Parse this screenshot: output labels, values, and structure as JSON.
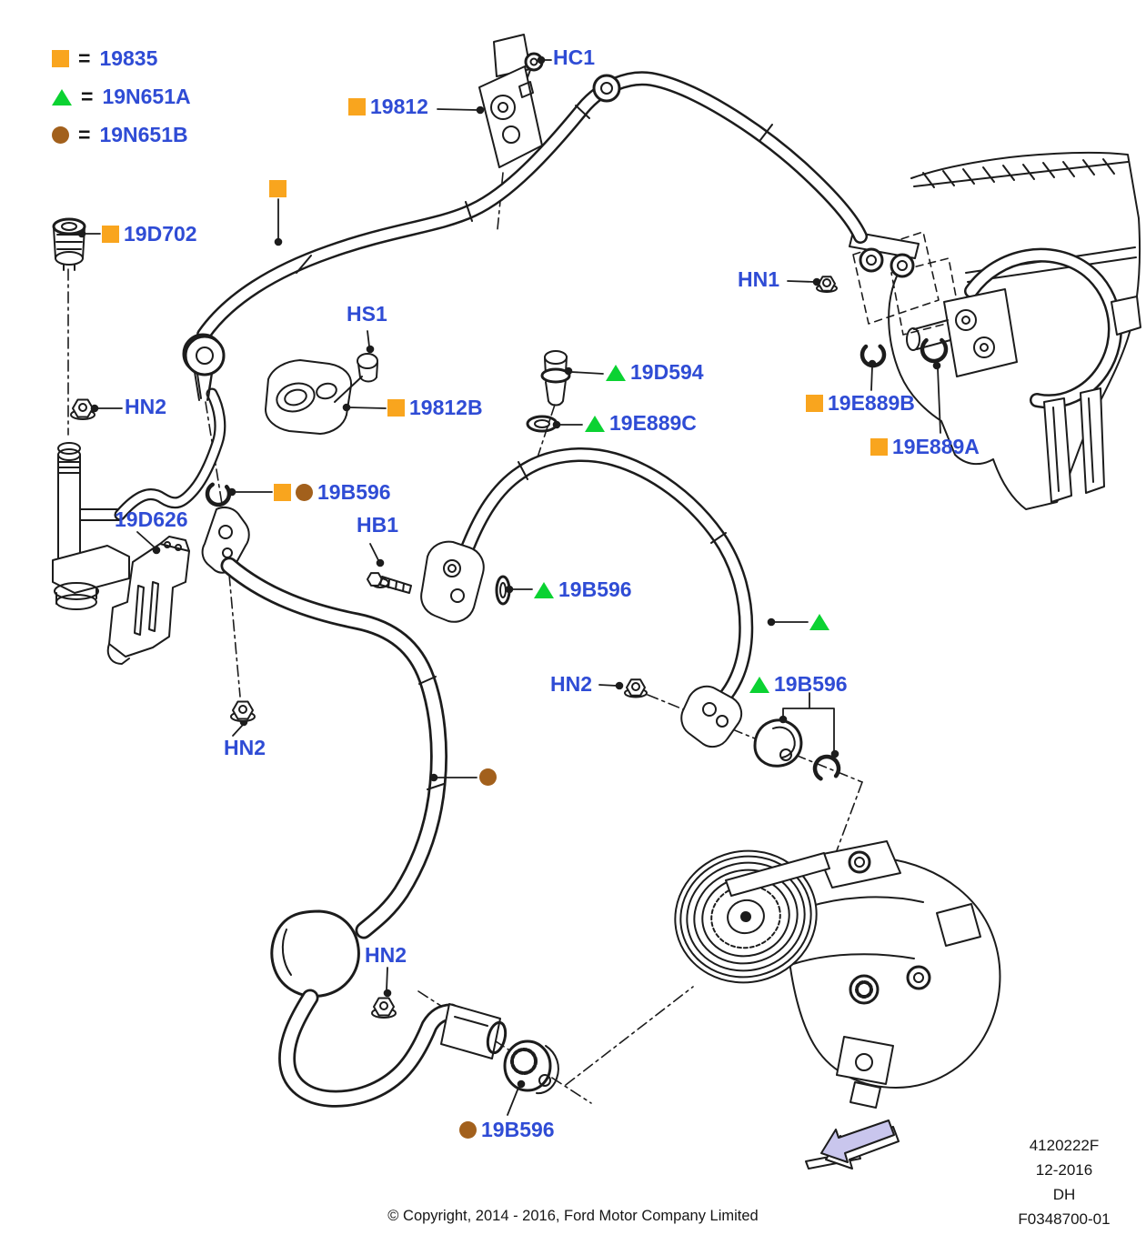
{
  "title": "Ford A/C hoses and pipes parts diagram",
  "colors": {
    "label_blue": "#2f4cd5",
    "marker_orange": "#f9a51e",
    "marker_green": "#0bd232",
    "marker_brown": "#a2601c",
    "line_ink": "#1c1c1c",
    "arrow_fill": "#c9c6ed"
  },
  "legend": {
    "equals": "=",
    "items": [
      {
        "marker": "square",
        "code": "19835"
      },
      {
        "marker": "triangle",
        "code": "19N651A"
      },
      {
        "marker": "circle",
        "code": "19N651B"
      }
    ]
  },
  "callouts": {
    "hc1": {
      "text": "HC1"
    },
    "p19812": {
      "text": "19812",
      "markers": [
        "square"
      ]
    },
    "p19d702": {
      "text": "19D702",
      "markers": [
        "square"
      ]
    },
    "hn1": {
      "text": "HN1"
    },
    "hn2": {
      "text": "HN2"
    },
    "hs1": {
      "text": "HS1"
    },
    "p19812b": {
      "text": "19812B",
      "markers": [
        "square"
      ]
    },
    "p19d594": {
      "text": "19D594",
      "markers": [
        "triangle"
      ]
    },
    "p19e889c": {
      "text": "19E889C",
      "markers": [
        "triangle"
      ]
    },
    "p19e889b": {
      "text": "19E889B",
      "markers": [
        "square"
      ]
    },
    "p19e889a": {
      "text": "19E889A",
      "markers": [
        "square"
      ]
    },
    "p19b596_sq_ci": {
      "text": "19B596",
      "markers": [
        "square",
        "circle"
      ]
    },
    "p19d626": {
      "text": "19D626"
    },
    "hb1": {
      "text": "HB1"
    },
    "p19b596_tri_mid": {
      "text": "19B596",
      "markers": [
        "triangle"
      ]
    },
    "p19b596_tri_right": {
      "text": "19B596",
      "markers": [
        "triangle"
      ]
    },
    "p19b596_ci_bottom": {
      "text": "19B596",
      "markers": [
        "circle"
      ]
    }
  },
  "stamp": {
    "lines": [
      "4120222F",
      "12-2016",
      "DH",
      "F0348700-01"
    ]
  },
  "footer": {
    "copyright": "© Copyright, 2014 - 2016, Ford Motor Company Limited"
  }
}
